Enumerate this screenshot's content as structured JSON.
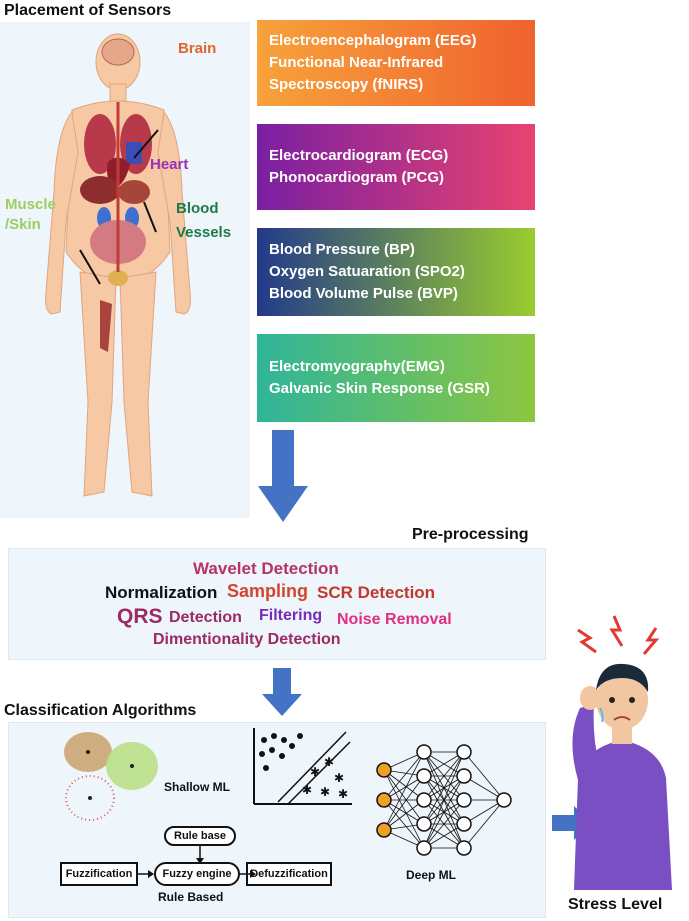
{
  "header": {
    "title": "Placement of Sensors"
  },
  "body_labels": {
    "brain": "Brain",
    "heart": "Heart",
    "muscle": "Muscle",
    "skin": "/Skin",
    "blood": "Blood",
    "vessels": "Vessels"
  },
  "sensors": [
    {
      "lines": [
        "Electroencephalogram (EEG)",
        "Functional Near-Infrared",
        "Spectroscopy (fNIRS)"
      ]
    },
    {
      "lines": [
        "Electrocardiogram (ECG)",
        "Phonocardiogram (PCG)"
      ]
    },
    {
      "lines": [
        "Blood Pressure (BP)",
        "Oxygen Satuaration (SPO2)",
        "Blood Volume Pulse (BVP)"
      ]
    },
    {
      "lines": [
        "Electromyography(EMG)",
        "Galvanic Skin Response (GSR)"
      ]
    }
  ],
  "preprocessing": {
    "title": "Pre-processing",
    "wavelet": "Wavelet Detection",
    "normalization": "Normalization",
    "sampling": "Sampling",
    "scr": "SCR Detection",
    "qrs": "QRS",
    "detection": "Detection",
    "filtering": "Filtering",
    "noise": "Noise Removal",
    "dimension": "Dimentionality Detection"
  },
  "classification": {
    "title": "Classification Algorithms",
    "shallow_ml": "Shallow ML",
    "deep_ml": "Deep ML",
    "rule_base": "Rule base",
    "fuzzification": "Fuzzification",
    "fuzzy_engine": "Fuzzy engine",
    "defuzzification": "Defuzzification",
    "rule_based": "Rule Based"
  },
  "output": {
    "label": "Stress Level"
  },
  "colors": {
    "arrow": "#4472c4",
    "sensor1": [
      "#f7a23b",
      "#f0622e"
    ],
    "sensor2": [
      "#7a1fa2",
      "#e8436f"
    ],
    "sensor3": [
      "#233a8a",
      "#9acd2e"
    ],
    "sensor4": [
      "#2fb59a",
      "#8dc63f"
    ]
  }
}
